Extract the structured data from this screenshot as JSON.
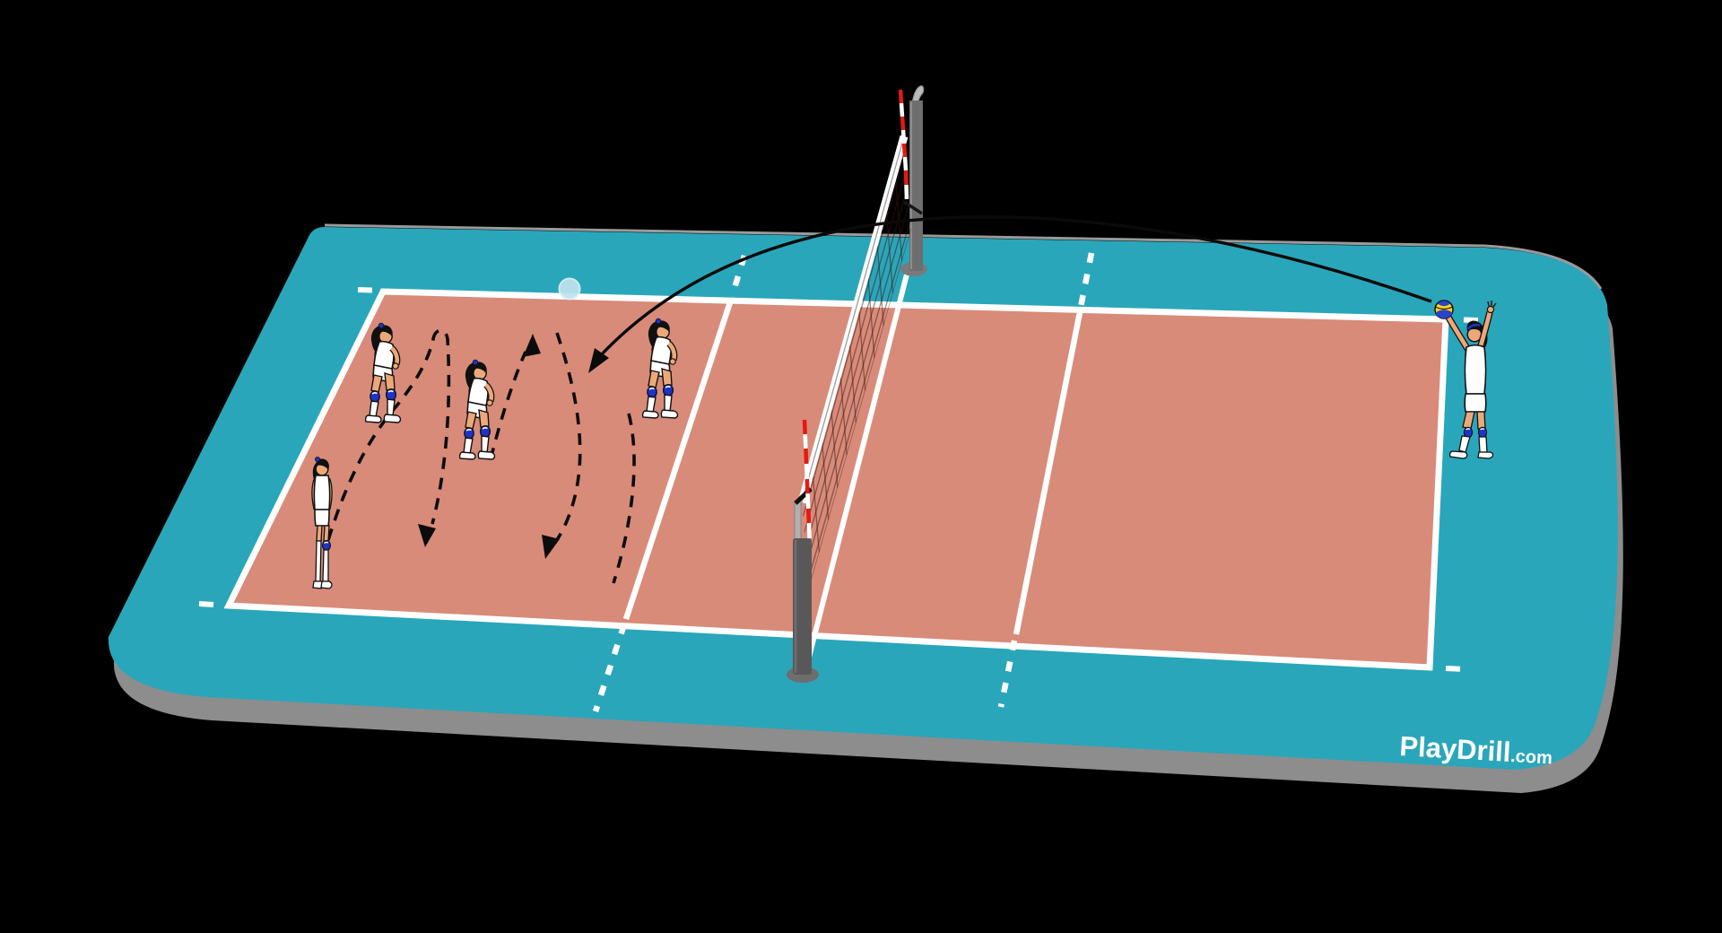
{
  "branding": {
    "site_name": "PlayDrill",
    "site_tld": ".com",
    "logo_color": "#ffffff"
  },
  "scene": {
    "description": "Volleyball serve-receive drill diagram on a 3D court",
    "background_color": "#000000",
    "platform": {
      "surface_color": "#2aa6ba",
      "side_color": "#8d8d8d",
      "top_edge_color": "#9a9a9a"
    },
    "court": {
      "floor_color": "#d88b79",
      "line_color": "#ffffff",
      "lines": [
        "left-baseline",
        "right-baseline",
        "far-sideline",
        "near-sideline",
        "left-attack-line",
        "right-attack-line",
        "center-line"
      ],
      "dashed_extensions": 4,
      "corner_ticks": 4
    },
    "net": {
      "post_color_far": "#6e6e6e",
      "post_color_near": "#585858",
      "mesh_color": "#3a1510",
      "band_color": "#ffffff",
      "antenna_colors": [
        "#e11b12",
        "#ffffff"
      ]
    },
    "players": {
      "receiving_team": [
        {
          "id": 1,
          "pose": "ready-crouch",
          "zone": "left-back-left"
        },
        {
          "id": 2,
          "pose": "ready-crouch",
          "zone": "left-middle"
        },
        {
          "id": 3,
          "pose": "ready-crouch",
          "zone": "left-front-near-attack-line"
        },
        {
          "id": 4,
          "pose": "standing",
          "zone": "left-deep-corner"
        }
      ],
      "server": {
        "id": 5,
        "pose": "serve-toss",
        "zone": "right-service-area",
        "holding": "volleyball"
      }
    },
    "balls": [
      {
        "type": "served-ball",
        "colors": [
          "#ffd21e",
          "#2b43c8"
        ]
      },
      {
        "type": "ghost-ball",
        "color": "#bfe2ee"
      }
    ],
    "movement": {
      "dashed_paths": 4,
      "down_arrows": 2,
      "up_arrows": 1,
      "path_color": "#0c0c0c"
    },
    "serve_trajectory": {
      "style": "solid-arc",
      "color": "#0a0a0a",
      "from": "server-ball",
      "to": "left-court-reception-zone"
    }
  }
}
